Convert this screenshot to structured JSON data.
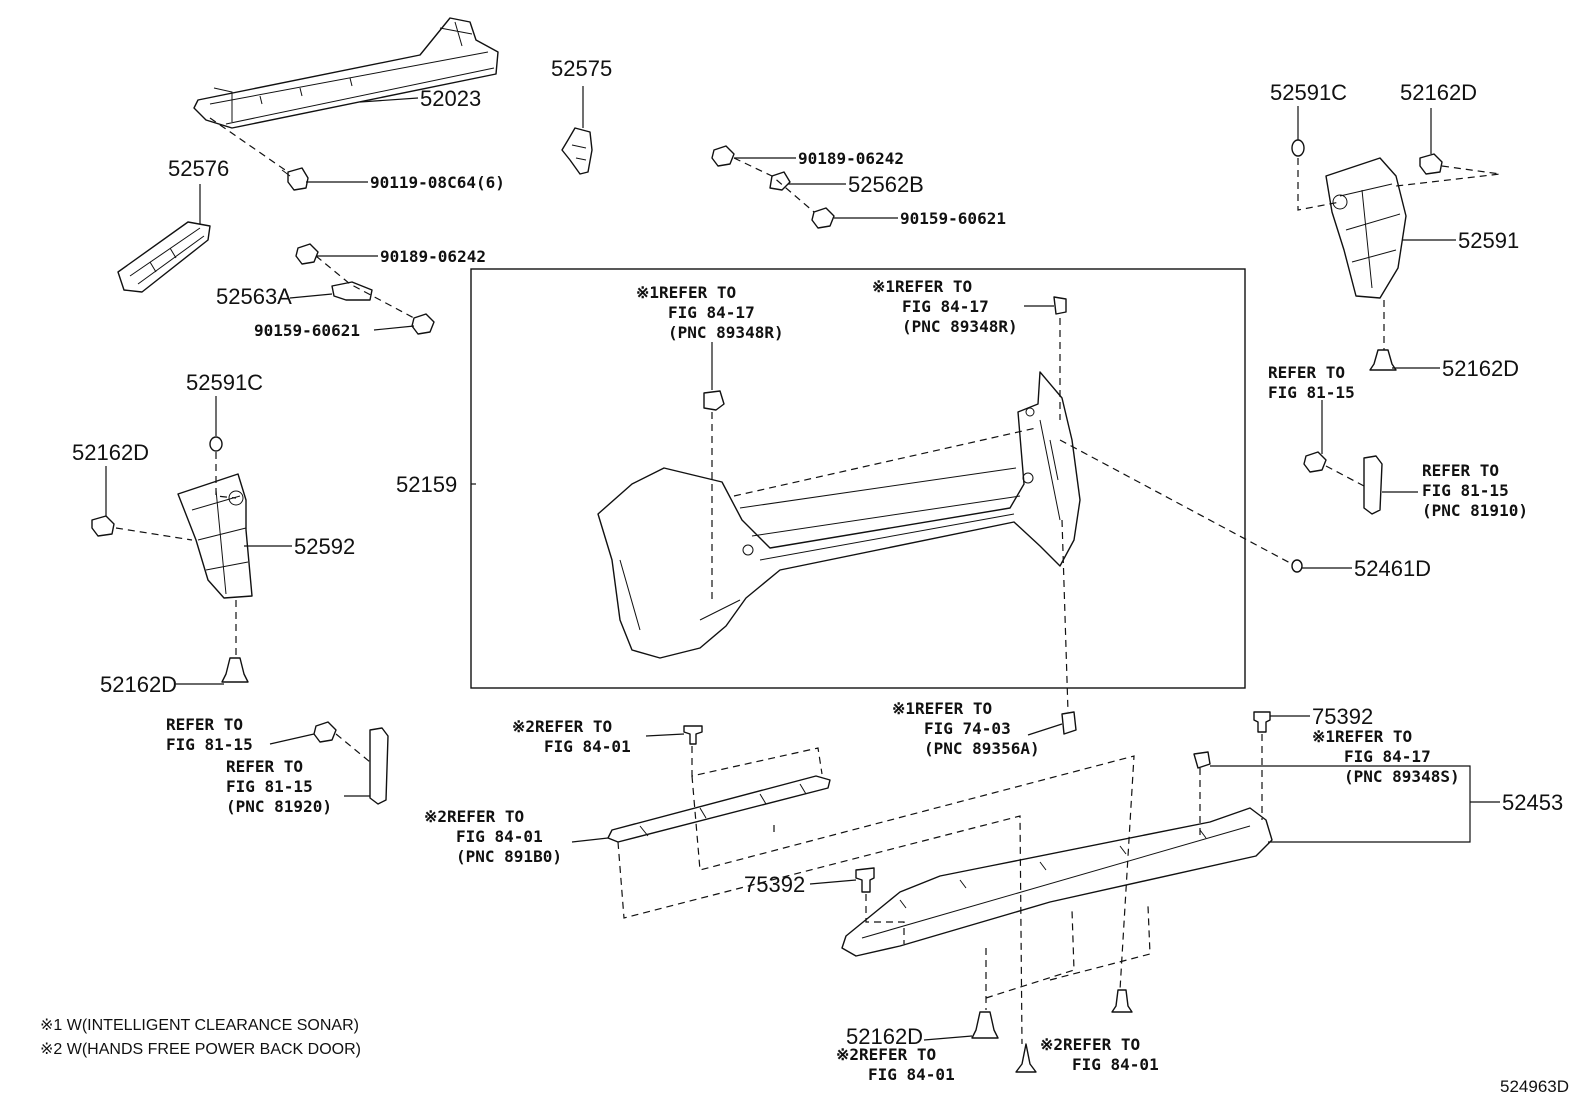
{
  "labels": {
    "p52023": "52023",
    "p52575": "52575",
    "p52576": "52576",
    "p90119": "90119-08C64(6)",
    "p90189a": "90189-06242",
    "p52562B": "52562B",
    "p90159a": "90159-60621",
    "p90189b": "90189-06242",
    "p52563A": "52563A",
    "p90159b": "90159-60621",
    "p52591Ca": "52591C",
    "p52162Da": "52162D",
    "p52591": "52591",
    "p52162Db": "52162D",
    "p52591Cb": "52591C",
    "p52162Dc": "52162D",
    "p52592": "52592",
    "p52162Dd": "52162D",
    "p52159": "52159",
    "p52461D": "52461D",
    "p75392a": "75392",
    "p52453": "52453",
    "p75392b": "75392",
    "p52162De": "52162D"
  },
  "refs": {
    "r1": [
      "※1REFER TO",
      "FIG 84-17",
      "(PNC 89348R)"
    ],
    "r2": [
      "※1REFER TO",
      "FIG 84-17",
      "(PNC 89348R)"
    ],
    "r3": [
      "REFER TO",
      "FIG 81-15"
    ],
    "r4": [
      "REFER TO",
      "FIG 81-15",
      "(PNC 81910)"
    ],
    "r5": [
      "REFER TO",
      "FIG 81-15"
    ],
    "r6": [
      "REFER TO",
      "FIG 81-15",
      "(PNC 81920)"
    ],
    "r7": [
      "※1REFER TO",
      "FIG 74-03",
      "(PNC 89356A)"
    ],
    "r8": [
      "※2REFER TO",
      "FIG 84-01"
    ],
    "r9": [
      "※1REFER TO",
      "FIG 84-17",
      "(PNC 89348S)"
    ],
    "r10": [
      "※2REFER TO",
      "FIG 84-01",
      "(PNC 891B0)"
    ],
    "r11": [
      "※2REFER TO",
      "FIG 84-01"
    ],
    "r12": [
      "※2REFER TO",
      "FIG 84-01"
    ]
  },
  "notes": {
    "n1": "※1 W(INTELLIGENT CLEARANCE SONAR)",
    "n2": "※2 W(HANDS FREE POWER BACK DOOR)"
  },
  "diagram_code": "524963D"
}
